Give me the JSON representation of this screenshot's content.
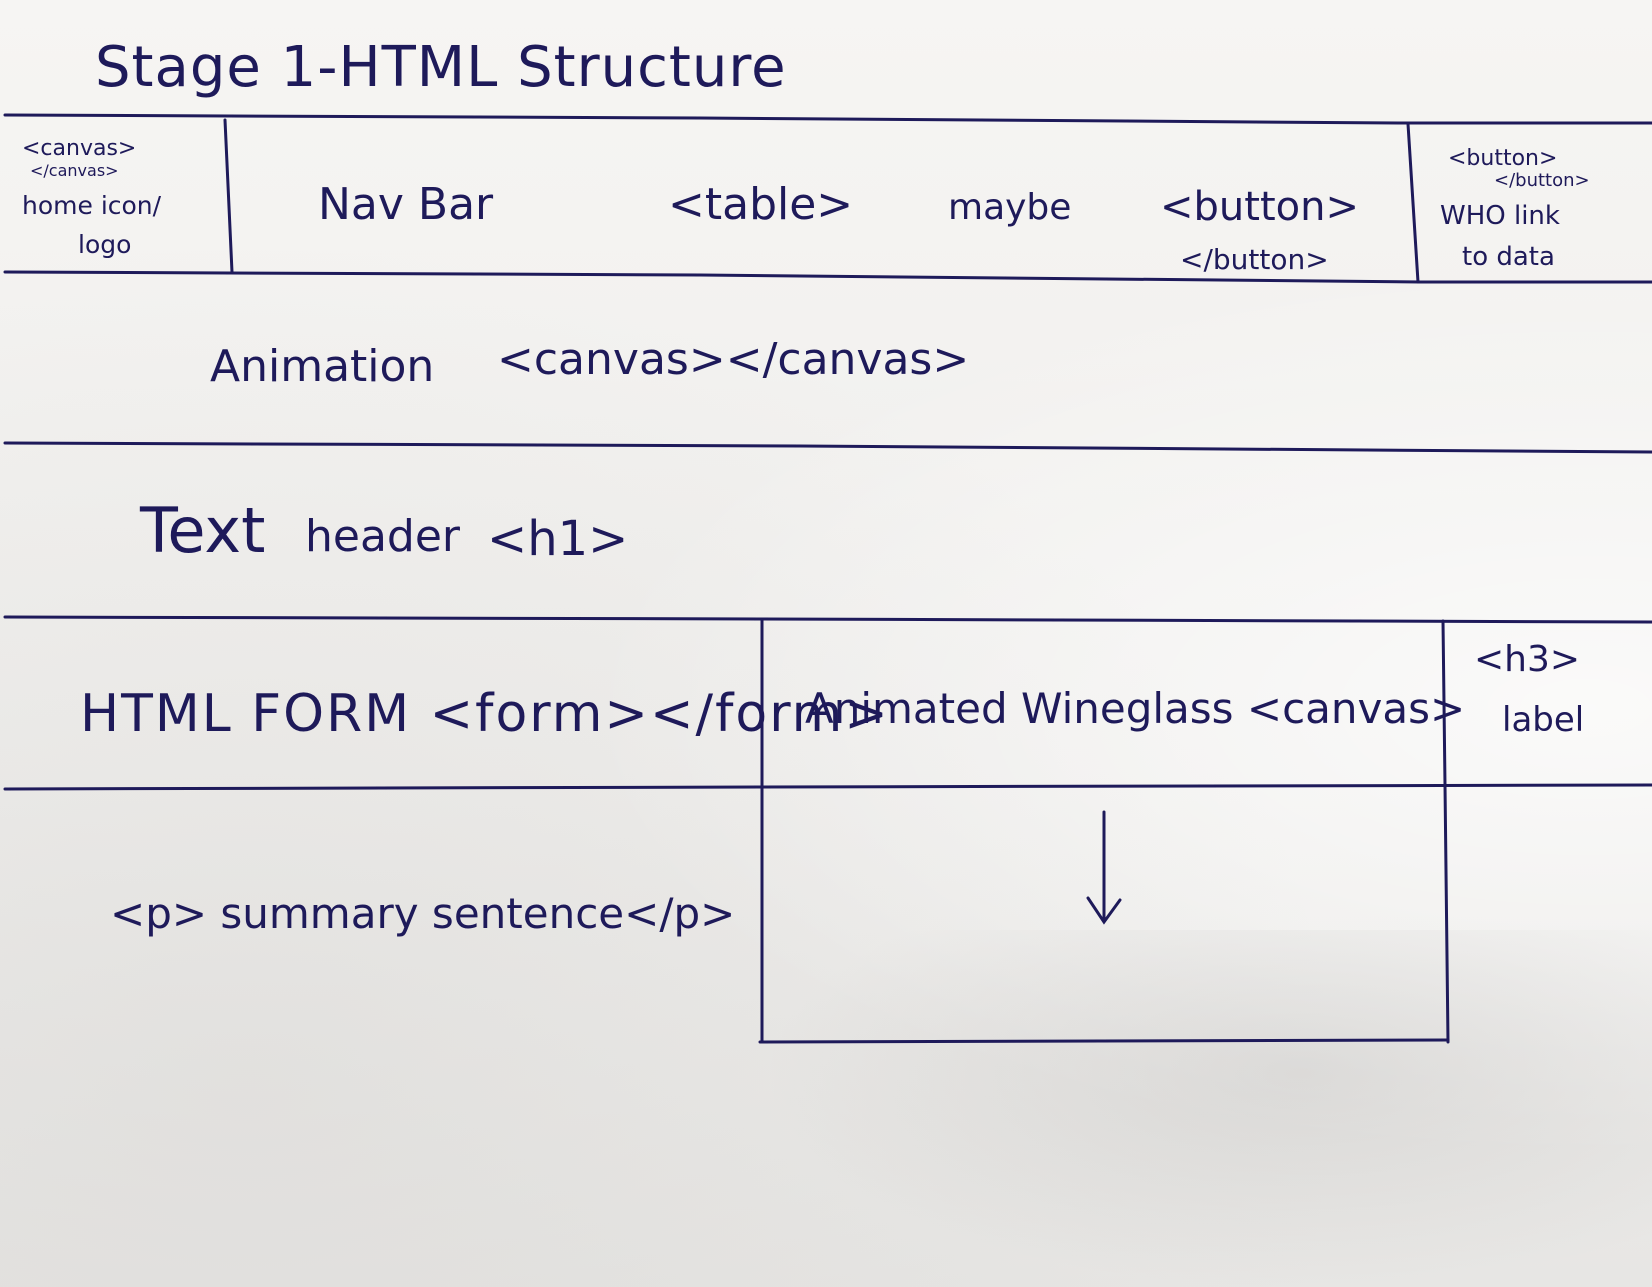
{
  "title": "Stage 1-HTML Structure",
  "logo_cell": {
    "canvas_open": "<canvas>",
    "canvas_close": "</canvas>",
    "home_icon": "home icon/",
    "logo": "logo"
  },
  "nav": {
    "label": "Nav Bar",
    "table": "<table>",
    "maybe": "maybe",
    "button_open": "<button>",
    "button_close": "</button>"
  },
  "who_cell": {
    "button_open": "<button>",
    "button_close": "</button>",
    "who_link": "WHO link",
    "to_data": "to data"
  },
  "animation": {
    "label": "Animation",
    "canvas": "<canvas></canvas>"
  },
  "text_header": {
    "text": "Text",
    "header": "header",
    "h1": "<h1>"
  },
  "form_row": {
    "form": "HTML FORM <form></form>",
    "wineglass": "Animated Wineglass <canvas>",
    "h3": "<h3>",
    "label": "label"
  },
  "summary": {
    "text": "<p> summary sentence</p>"
  },
  "colors": {
    "ink": "#1e1a5a",
    "paper": "#f1f0ee"
  }
}
